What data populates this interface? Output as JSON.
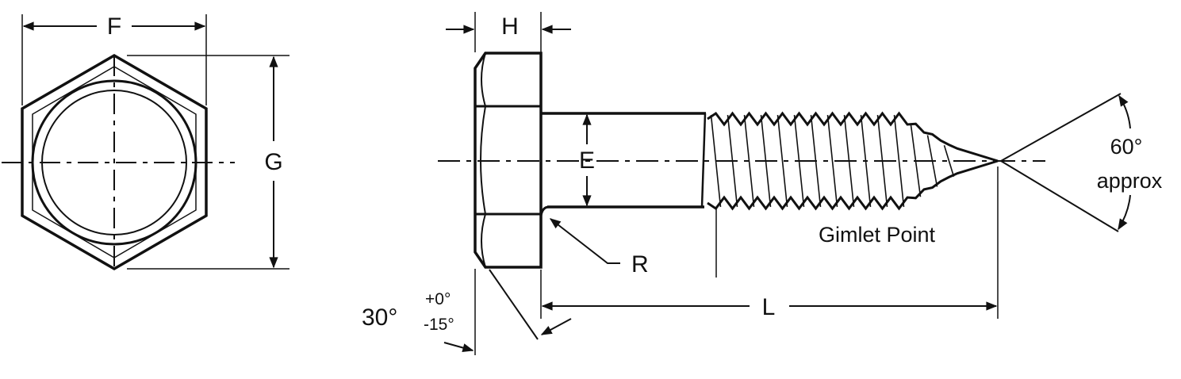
{
  "diagram": {
    "labels": {
      "F": "F",
      "G": "G",
      "H": "H",
      "E": "E",
      "R": "R",
      "L": "L",
      "angle_main": "30°",
      "angle_plus": "+0°",
      "angle_minus": "-15°",
      "point_angle": "60°",
      "point_approx": "approx",
      "point_name": "Gimlet Point"
    },
    "colors": {
      "ink": "#111111",
      "background": "#ffffff"
    }
  }
}
